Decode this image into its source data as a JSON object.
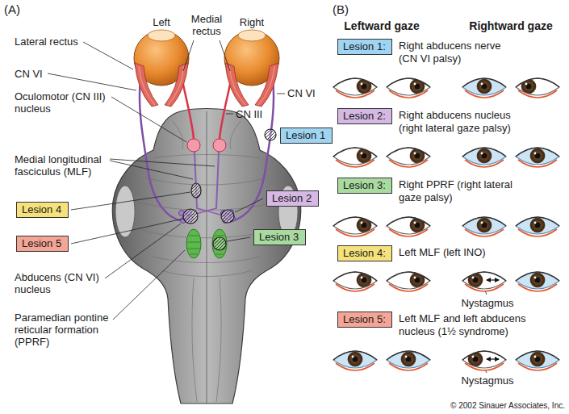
{
  "diagram": {
    "nodes": [
      {
        "text": [
          "Lesion 1"
        ]
      },
      {
        "text": [
          "Lesion 2"
        ]
      },
      {
        "text": [
          "Lesion 3"
        ]
      },
      {
        "text": [
          "Lesion 4"
        ]
      },
      {
        "text": [
          "Lesion 5"
        ]
      },
      {
        "text": [
          "Lesion 1:",
          "Right abducens nerve (CN VI palsy)"
        ]
      },
      {
        "text": [
          "Lesion 2:",
          "Right abducens nucleus (right lateral gaze palsy)"
        ]
      },
      {
        "text": [
          "Lesion 3:",
          "Right PPRF (right lateral gaze palsy)"
        ]
      },
      {
        "text": [
          "Lesion 4:",
          "Left MLF (left INO)"
        ]
      },
      {
        "text": [
          "Lesion 5:",
          "Left MLF and left abducens nucleus (1½ syndrome)"
        ]
      }
    ],
    "labels": [
      "(A)",
      "Left",
      "Right",
      "Medial rectus",
      "Lateral rectus",
      "CN VI",
      "CN VI",
      "CN III",
      "Oculomotor (CN III) nucleus",
      "Medial longitudinal fasciculus (MLF)",
      "Abducens (CN VI) nucleus",
      "Paramedian pontine reticular formation (PPRF)",
      "(B)",
      "Leftward gaze",
      "Rightward gaze",
      "Nystagmus",
      "Nystagmus",
      "© 2002 Sinauer Associates, Inc."
    ]
  }
}
